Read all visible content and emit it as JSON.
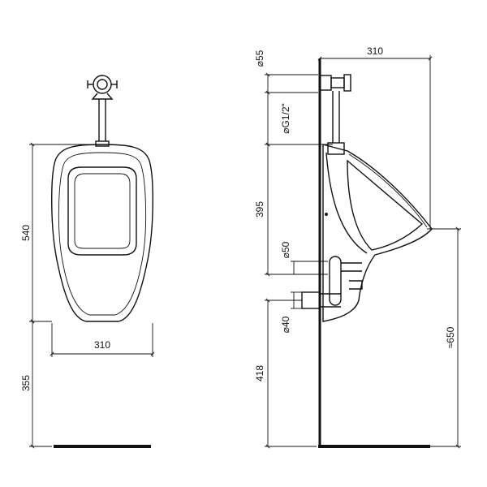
{
  "front_view": {
    "height_label": "540",
    "width_label": "310",
    "floor_clearance_label": "355"
  },
  "side_view": {
    "depth_label": "310",
    "inlet_diameter_label": "⌀55",
    "inlet_thread_label": "⌀G1/2\"",
    "inlet_to_outlet_label": "395",
    "outlet_diameter_label": "⌀50",
    "drain_diameter_label": "⌀40",
    "drain_height_label": "418",
    "rim_height_label": "≈650"
  }
}
